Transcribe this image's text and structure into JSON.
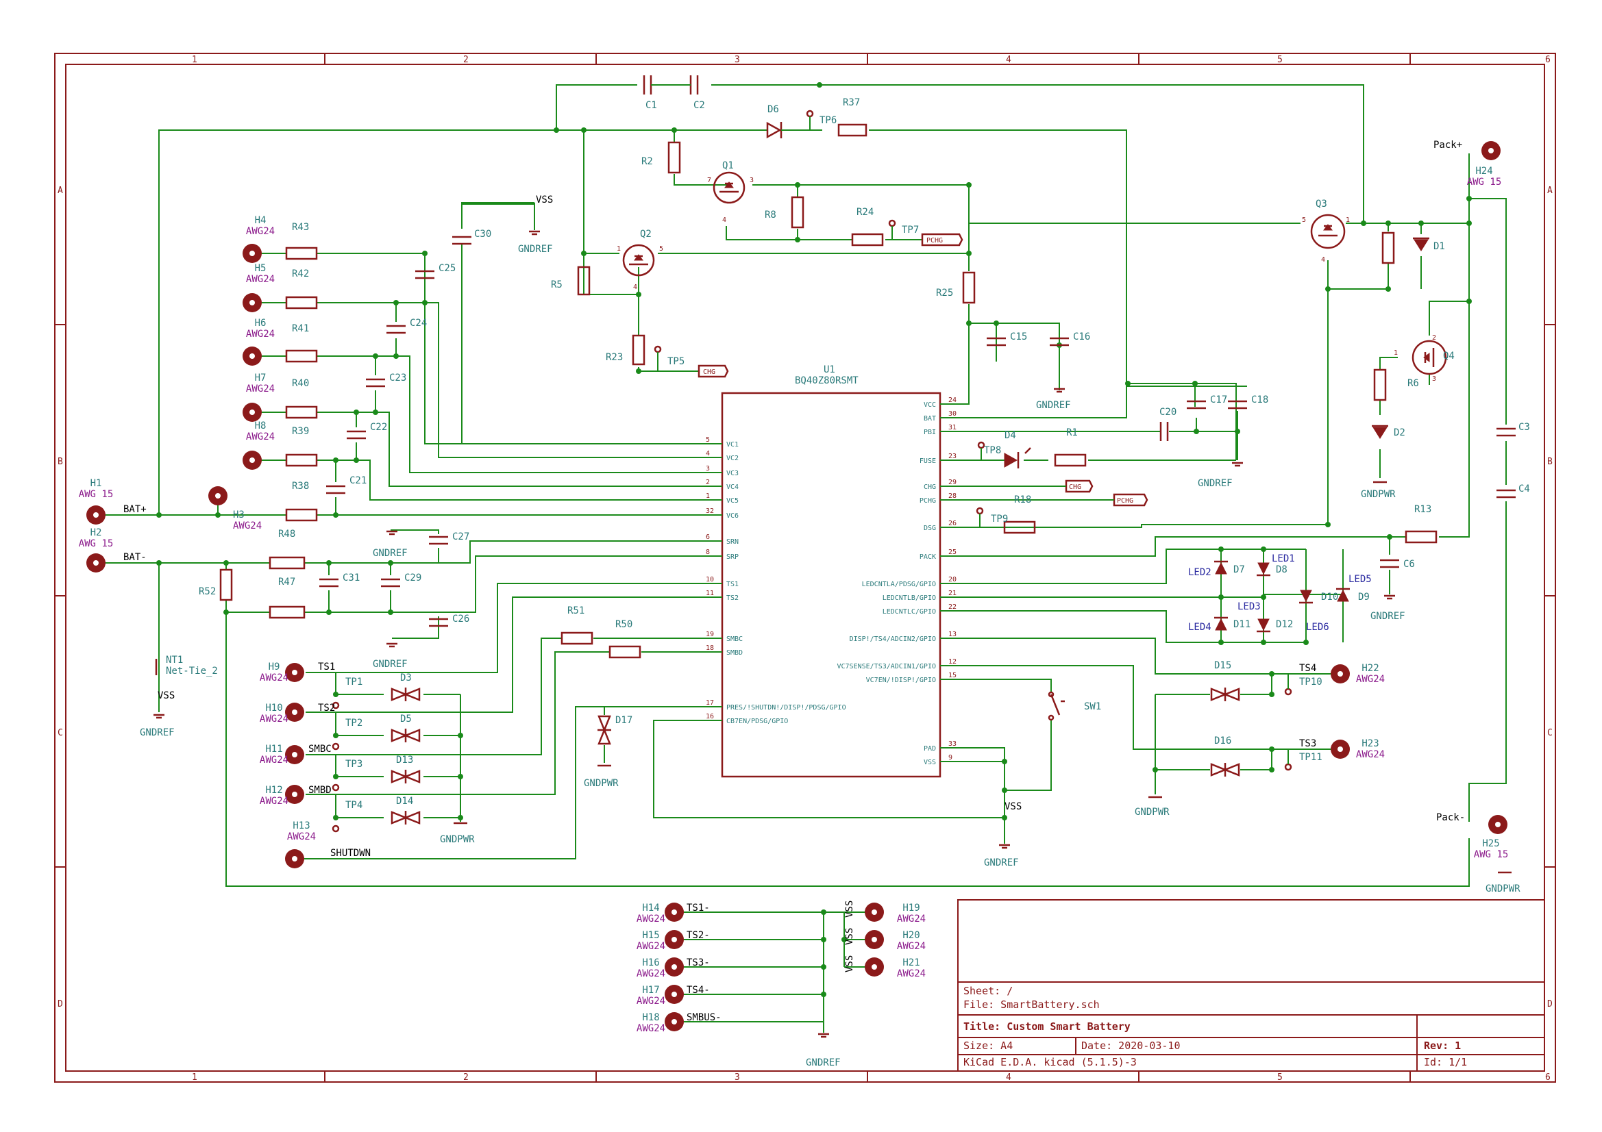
{
  "sheet": {
    "columns": [
      "1",
      "2",
      "3",
      "4",
      "5",
      "6"
    ],
    "rows": [
      "A",
      "B",
      "C",
      "D"
    ]
  },
  "title_block": {
    "sheet": "Sheet: /",
    "file": "File: SmartBattery.sch",
    "title": "Title: Custom Smart Battery",
    "size": "Size: A4",
    "date": "Date: 2020-03-10",
    "rev": "Rev: 1",
    "tool": "KiCad E.D.A.  kicad (5.1.5)-3",
    "id": "Id: 1/1"
  },
  "ic": {
    "ref": "U1",
    "value": "BQ40Z80RSMT",
    "left_pins": [
      {
        "num": "5",
        "name": "VC1"
      },
      {
        "num": "4",
        "name": "VC2"
      },
      {
        "num": "3",
        "name": "VC3"
      },
      {
        "num": "2",
        "name": "VC4"
      },
      {
        "num": "1",
        "name": "VC5"
      },
      {
        "num": "32",
        "name": "VC6"
      },
      {
        "num": "6",
        "name": "SRN"
      },
      {
        "num": "8",
        "name": "SRP"
      },
      {
        "num": "10",
        "name": "TS1"
      },
      {
        "num": "11",
        "name": "TS2"
      },
      {
        "num": "19",
        "name": "SMBC"
      },
      {
        "num": "18",
        "name": "SMBD"
      },
      {
        "num": "17",
        "name": "PRES/!SHUTDN!/DISP!/PDSG/GPIO"
      },
      {
        "num": "16",
        "name": "CB7EN/PDSG/GPIO"
      }
    ],
    "right_pins": [
      {
        "num": "24",
        "name": "VCC"
      },
      {
        "num": "30",
        "name": "BAT"
      },
      {
        "num": "31",
        "name": "PBI"
      },
      {
        "num": "23",
        "name": "FUSE"
      },
      {
        "num": "29",
        "name": "CHG"
      },
      {
        "num": "28",
        "name": "PCHG"
      },
      {
        "num": "26",
        "name": "DSG"
      },
      {
        "num": "25",
        "name": "PACK"
      },
      {
        "num": "20",
        "name": "LEDCNTLA/PDSG/GPIO"
      },
      {
        "num": "21",
        "name": "LEDCNTLB/GPIO"
      },
      {
        "num": "22",
        "name": "LEDCNTLC/GPIO"
      },
      {
        "num": "13",
        "name": "DISP!/TS4/ADCIN2/GPIO"
      },
      {
        "num": "12",
        "name": "VC7SENSE/TS3/ADCIN1/GPIO"
      },
      {
        "num": "15",
        "name": "VC7EN/!DISP!/GPIO"
      },
      {
        "num": "33",
        "name": "PAD"
      },
      {
        "num": "9",
        "name": "VSS"
      }
    ]
  },
  "text": {
    "r43": "R43",
    "r42": "R42",
    "r41": "R41",
    "r40": "R40",
    "r39": "R39",
    "r38": "R38",
    "r48": "R48",
    "r47": "R47",
    "r52": "R52",
    "r51": "R51",
    "r50": "R50",
    "r5": "R5",
    "r23": "R23",
    "r2": "R2",
    "r8": "R8",
    "r24": "R24",
    "r25": "R25",
    "r37": "R37",
    "r1": "R1",
    "r18": "R18",
    "r13": "R13",
    "r6": "R6",
    "c1": "C1",
    "c2": "C2",
    "c30": "C30",
    "c25": "C25",
    "c24": "C24",
    "c23": "C23",
    "c22": "C22",
    "c21": "C21",
    "c27": "C27",
    "c31": "C31",
    "c29": "C29",
    "c26": "C26",
    "c15": "C15",
    "c16": "C16",
    "c20": "C20",
    "c17": "C17",
    "c18": "C18",
    "c3": "C3",
    "c4": "C4",
    "c6": "C6",
    "q1": "Q1",
    "q2": "Q2",
    "q3": "Q3",
    "q4": "Q4",
    "d1": "D1",
    "d2": "D2",
    "d3": "D3",
    "d4": "D4",
    "d5": "D5",
    "d6": "D6",
    "d7": "D7",
    "d8": "D8",
    "d9": "D9",
    "d10": "D10",
    "d11": "D11",
    "d12": "D12",
    "d13": "D13",
    "d14": "D14",
    "d15": "D15",
    "d16": "D16",
    "d17": "D17",
    "led1": "LED1",
    "led2": "LED2",
    "led3": "LED3",
    "led4": "LED4",
    "led5": "LED5",
    "led6": "LED6",
    "tp1": "TP1",
    "tp2": "TP2",
    "tp3": "TP3",
    "tp4": "TP4",
    "tp5": "TP5",
    "tp6": "TP6",
    "tp7": "TP7",
    "tp8": "TP8",
    "tp9": "TP9",
    "tp10": "TP10",
    "tp11": "TP11",
    "sw1": "SW1",
    "nt1": "NT1",
    "nt1v": "Net-Tie_2",
    "h1": "H1",
    "h2": "H2",
    "h3": "H3",
    "h4": "H4",
    "h5": "H5",
    "h6": "H6",
    "h7": "H7",
    "h8": "H8",
    "h9": "H9",
    "h10": "H10",
    "h11": "H11",
    "h12": "H12",
    "h13": "H13",
    "h14": "H14",
    "h15": "H15",
    "h16": "H16",
    "h17": "H17",
    "h18": "H18",
    "h19": "H19",
    "h20": "H20",
    "h21": "H21",
    "h22": "H22",
    "h23": "H23",
    "h24": "H24",
    "h25": "H25",
    "awg15": "AWG 15",
    "awg24": "AWG24",
    "bat_plus": "BAT+",
    "bat_minus": "BAT-",
    "pack_plus": "Pack+",
    "pack_minus": "Pack-",
    "ts1": "TS1",
    "ts2": "TS2",
    "ts3": "TS3",
    "ts4": "TS4",
    "smbc": "SMBC",
    "smbd": "SMBD",
    "shutdwn": "SHUTDWN",
    "ts1m": "TS1-",
    "ts2m": "TS2-",
    "ts3m": "TS3-",
    "ts4m": "TS4-",
    "smbusm": "SMBUS-",
    "vss": "VSS",
    "gndref": "GNDREF",
    "gndpwr": "GNDPWR",
    "chg": "CHG",
    "pchg": "PCHG",
    "n1": "1",
    "n2": "2",
    "n3": "3",
    "n4": "4",
    "n5": "5",
    "n7": "7"
  },
  "colors": {
    "frame": "#8b1a1a",
    "wire": "#1a8a1a",
    "ref": "#2a7a7a",
    "property": "#8b1a8b"
  }
}
